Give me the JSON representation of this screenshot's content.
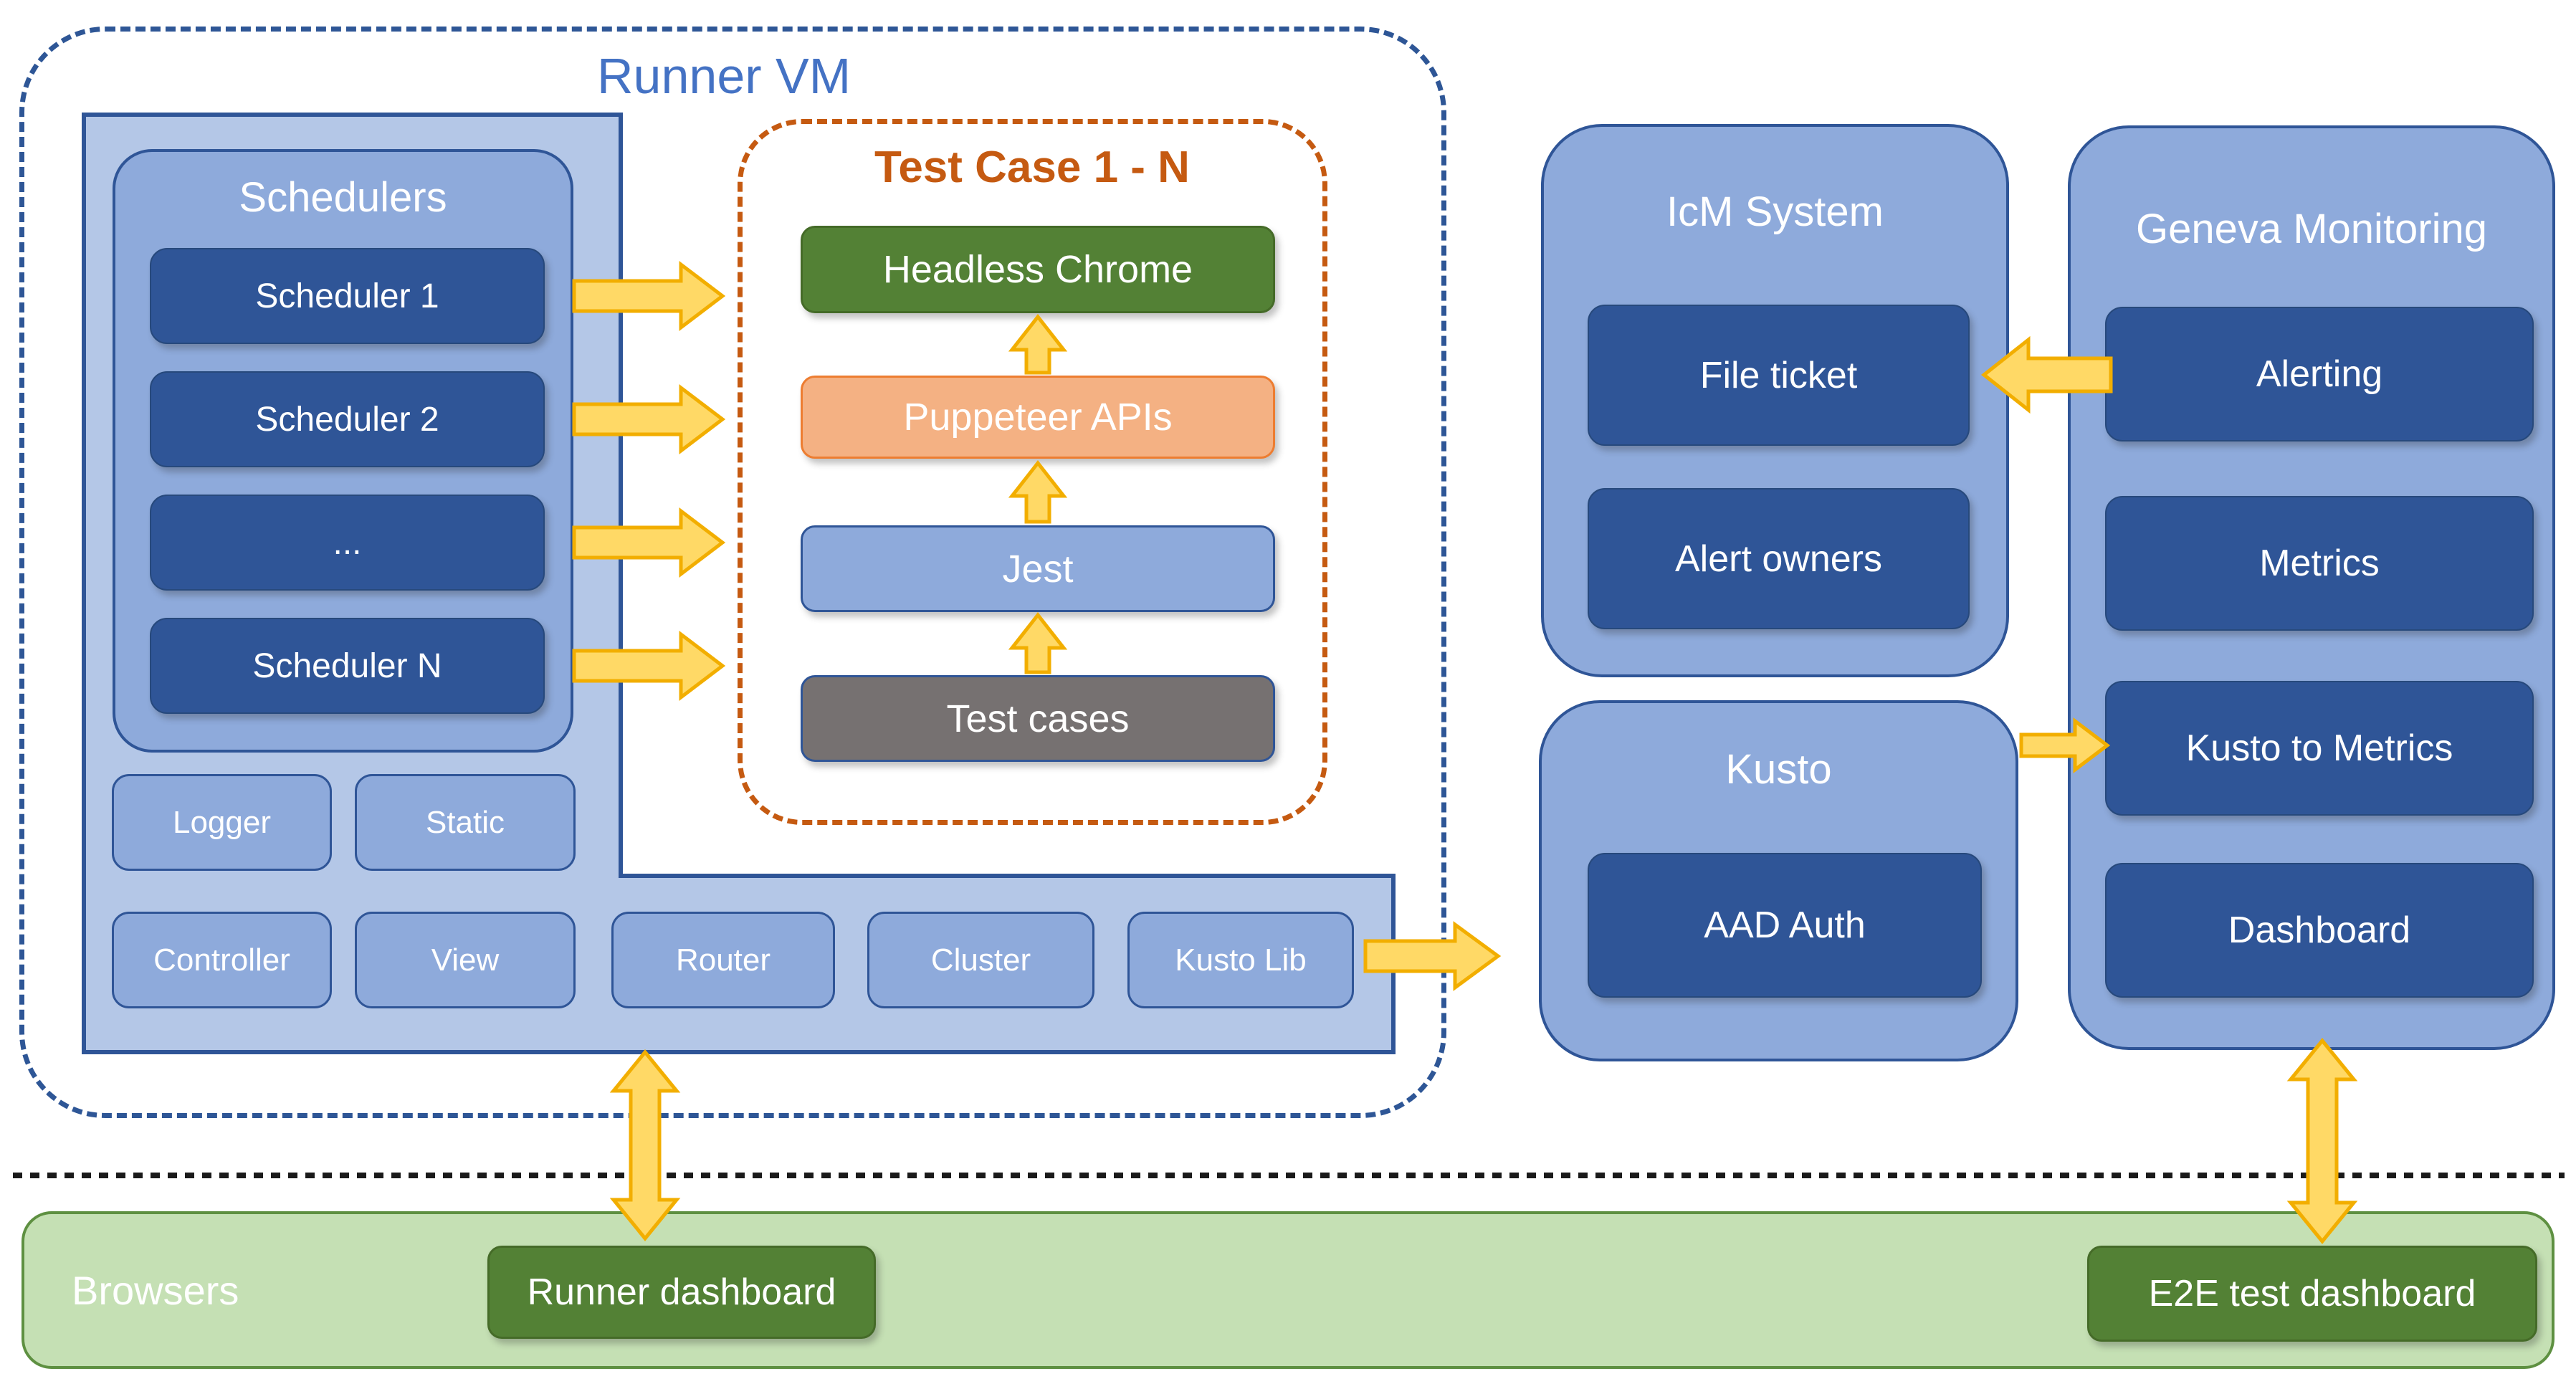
{
  "runner_vm": {
    "label": "Runner VM"
  },
  "schedulers": {
    "title": "Schedulers",
    "items": [
      "Scheduler 1",
      "Scheduler 2",
      "...",
      "Scheduler N"
    ]
  },
  "modules": {
    "row1": [
      "Logger",
      "Static"
    ],
    "row2": [
      "Controller",
      "View",
      "Router",
      "Cluster",
      "Kusto Lib"
    ]
  },
  "test_case": {
    "title": "Test Case 1 - N",
    "stack": [
      {
        "label": "Headless Chrome",
        "style": "green"
      },
      {
        "label": "Puppeteer APIs",
        "style": "peach"
      },
      {
        "label": "Jest",
        "style": "blue"
      },
      {
        "label": "Test cases",
        "style": "gray"
      }
    ]
  },
  "icm": {
    "title": "IcM System",
    "items": [
      "File ticket",
      "Alert owners"
    ]
  },
  "kusto": {
    "title": "Kusto",
    "items": [
      "AAD Auth"
    ]
  },
  "geneva": {
    "title": "Geneva Monitoring",
    "items": [
      "Alerting",
      "Metrics",
      "Kusto to Metrics",
      "Dashboard"
    ]
  },
  "browsers": {
    "title": "Browsers",
    "runner_dashboard": "Runner dashboard",
    "e2e_dashboard": "E2E test dashboard"
  },
  "icons": {
    "arrows": [
      "right-arrow-icon",
      "up-arrow-icon",
      "left-arrow-icon",
      "double-vertical-arrow-icon"
    ]
  },
  "colors": {
    "panel_light": "#B4C7E7",
    "panel_mid": "#8EAADB",
    "dark_blue": "#2F5597",
    "navy": "#1F3864",
    "label_blue": "#4472C4",
    "orange": "#C55A11",
    "peach": "#F4B183",
    "peach_border": "#ED7D31",
    "green": "#538135",
    "green_border": "#456B28",
    "gray": "#767171",
    "bar_green": "#C5E0B4",
    "bar_border": "#5E9041",
    "arrow_fill": "#FFD966",
    "arrow_stroke": "#F2AE00",
    "ink": "#1A1A1A"
  }
}
